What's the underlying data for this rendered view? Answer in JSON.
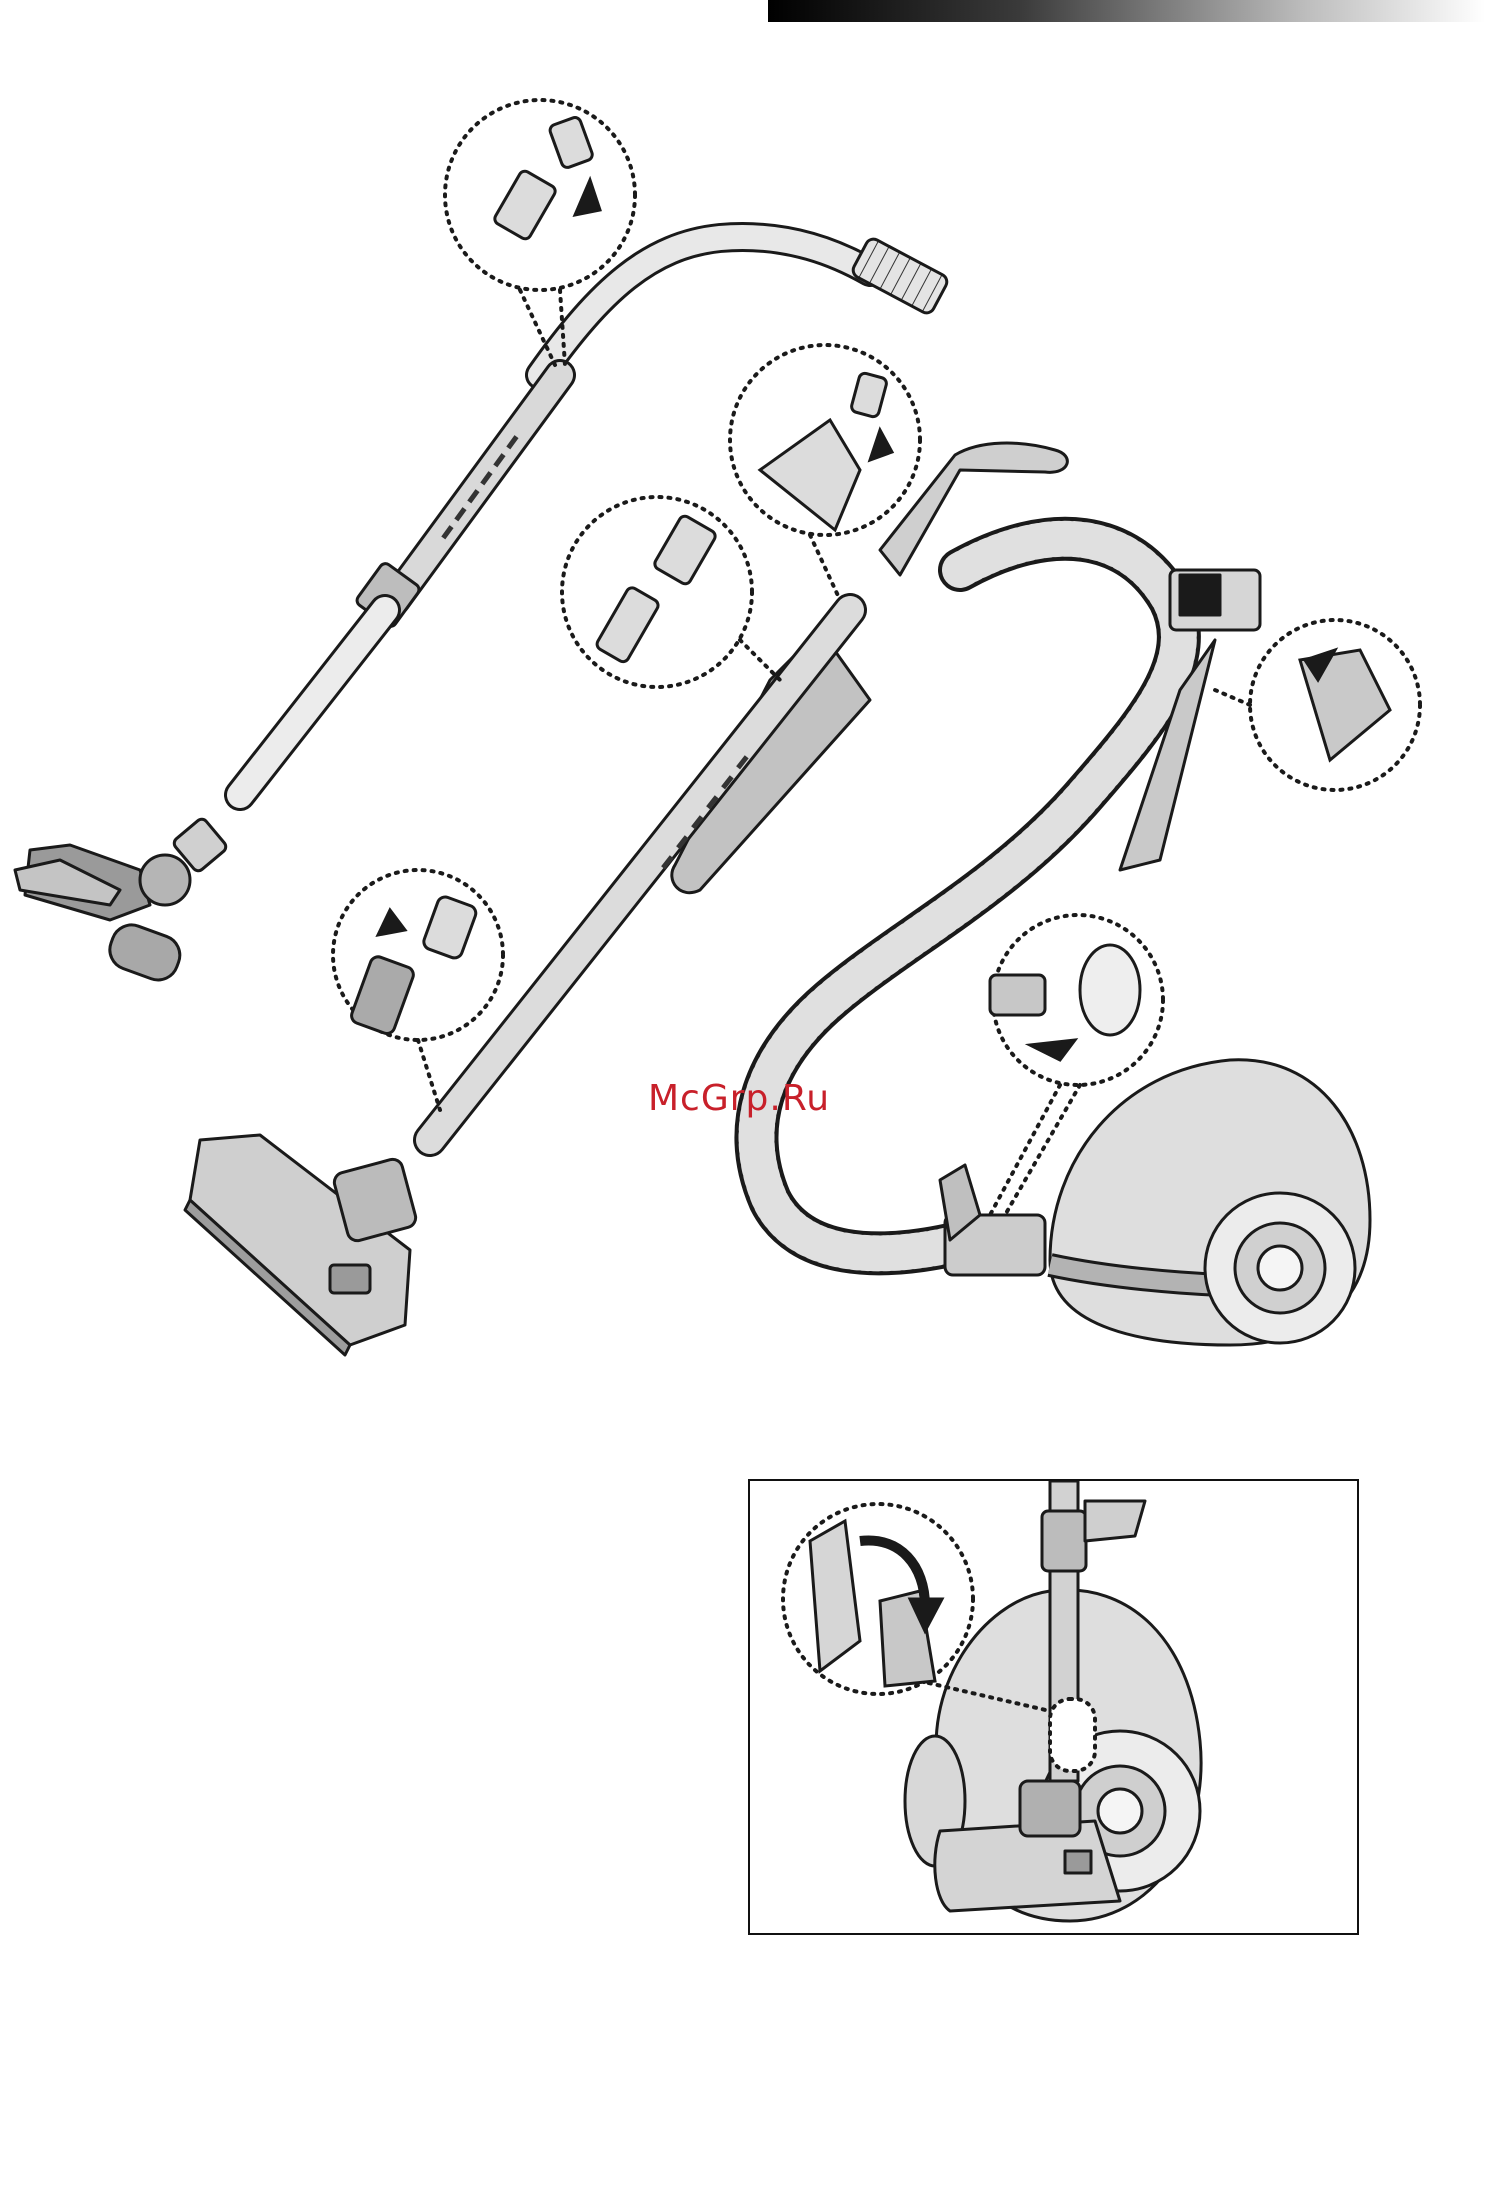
{
  "page": {
    "watermark": "McGrp.Ru"
  },
  "figures": [
    {
      "id": "vacuum-assembly-overview",
      "callouts": 6,
      "arrows": 5
    },
    {
      "id": "parking-nozzle-storage",
      "callouts": 1,
      "arrows": 1
    }
  ],
  "colors": {
    "watermark": "#c8202a",
    "line": "#1a1a1a",
    "fill_light": "#e6e6e6",
    "fill_mid": "#c9c9c9",
    "fill_dark": "#9a9a9a"
  }
}
